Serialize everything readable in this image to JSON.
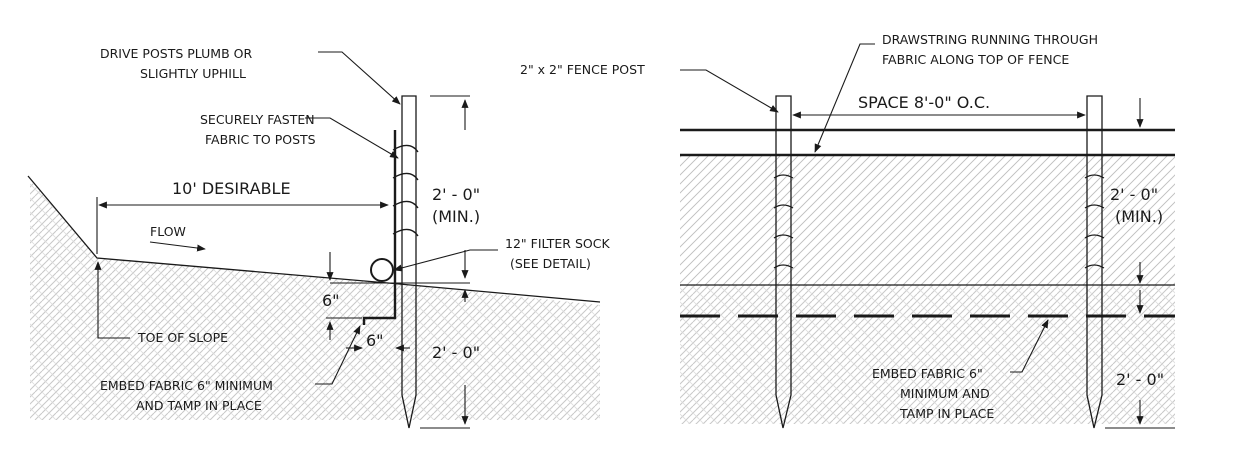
{
  "section_view": {
    "labels": {
      "drive_posts": [
        "DRIVE POSTS PLUMB OR",
        "SLIGHTLY UPHILL"
      ],
      "fasten_fabric": [
        "SECURELY FASTEN",
        "FABRIC TO POSTS"
      ],
      "desirable": "10' DESIRABLE",
      "flow": "FLOW",
      "min_height": [
        "2' - 0\"",
        "(MIN.)"
      ],
      "filter_sock": [
        "12\" FILTER SOCK",
        "(SEE DETAIL)"
      ],
      "trench_depth": "6\"",
      "trench_width": "6\"",
      "embed_depth": "2' - 0\"",
      "toe": "TOE OF SLOPE",
      "embed_fabric": [
        "EMBED FABRIC 6\" MINIMUM",
        "AND TAMP IN PLACE"
      ]
    }
  },
  "elevation_view": {
    "labels": {
      "fence_post": "2\" x 2\" FENCE POST",
      "drawstring": [
        "DRAWSTRING RUNNING THROUGH",
        "FABRIC ALONG TOP OF FENCE"
      ],
      "spacing": "SPACE 8'-0\" O.C.",
      "min_height": [
        "2' - 0\"",
        "(MIN.)"
      ],
      "embed_depth": "2' - 0\"",
      "embed_fabric": [
        "EMBED FABRIC 6\"",
        "MINIMUM AND",
        "TAMP IN PLACE"
      ]
    }
  }
}
